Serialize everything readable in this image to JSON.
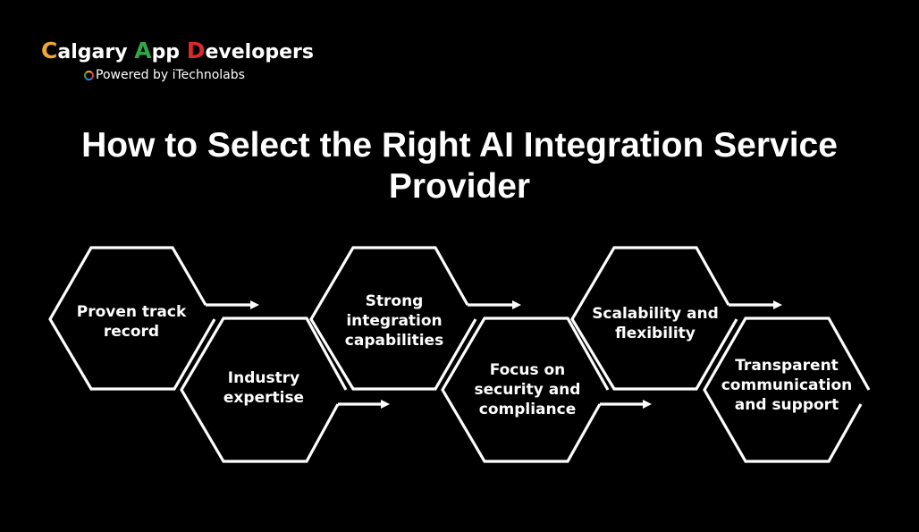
{
  "logo": {
    "cap_c": "C",
    "rest_c": "algary ",
    "cap_a": "A",
    "rest_a": "pp ",
    "cap_d": "D",
    "rest_d": "evelopers",
    "subtitle": "Powered by iTechnolabs",
    "colors": {
      "c": "#f0a830",
      "a": "#2fa84a",
      "d": "#d82a2a"
    }
  },
  "title": {
    "line1": "How to Select the Right AI Integration Service",
    "line2": "Provider"
  },
  "diagram": {
    "stroke_color": "#ffffff",
    "background": "#000000",
    "steps": [
      {
        "index": 1,
        "lines": [
          "Proven track",
          "record"
        ]
      },
      {
        "index": 2,
        "lines": [
          "Industry",
          "expertise"
        ]
      },
      {
        "index": 3,
        "lines": [
          "Strong",
          "integration",
          "capabilities"
        ]
      },
      {
        "index": 4,
        "lines": [
          "Focus on",
          "security and",
          "compliance"
        ]
      },
      {
        "index": 5,
        "lines": [
          "Scalability and",
          "flexibility"
        ]
      },
      {
        "index": 6,
        "lines": [
          "Transparent",
          "communication",
          "and support"
        ]
      }
    ]
  }
}
